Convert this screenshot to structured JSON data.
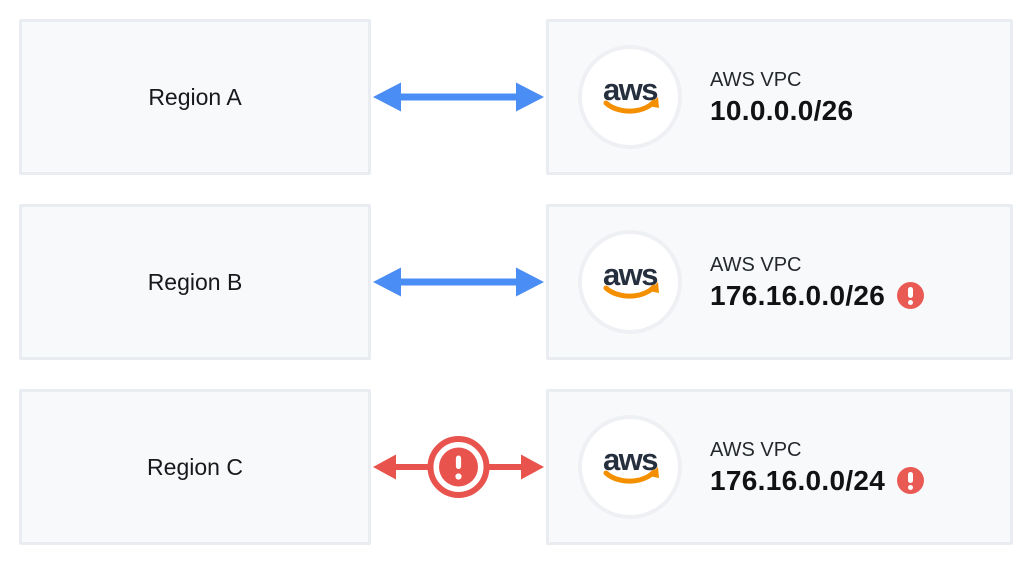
{
  "aws_logo_text": "aws",
  "colors": {
    "arrow_ok_blue": "#4a8df5",
    "arrow_error_red": "#e9534e",
    "warning_badge_red": "#ea5a55",
    "aws_logo_navy": "#252f3e",
    "aws_logo_orange": "#f49000",
    "box_background": "#f8f9fb",
    "box_border": "#e9ecf1"
  },
  "rows": [
    {
      "region_label": "Region A",
      "connection": {
        "status": "ok",
        "icon": "double-arrow"
      },
      "vpc": {
        "title": "AWS VPC",
        "cidr": "10.0.0.0/26",
        "warning": false
      }
    },
    {
      "region_label": "Region B",
      "connection": {
        "status": "ok",
        "icon": "double-arrow"
      },
      "vpc": {
        "title": "AWS VPC",
        "cidr": "176.16.0.0/26",
        "warning": true
      }
    },
    {
      "region_label": "Region C",
      "connection": {
        "status": "error",
        "icon": "double-arrow-warning"
      },
      "vpc": {
        "title": "AWS VPC",
        "cidr": "176.16.0.0/24",
        "warning": true
      }
    }
  ]
}
